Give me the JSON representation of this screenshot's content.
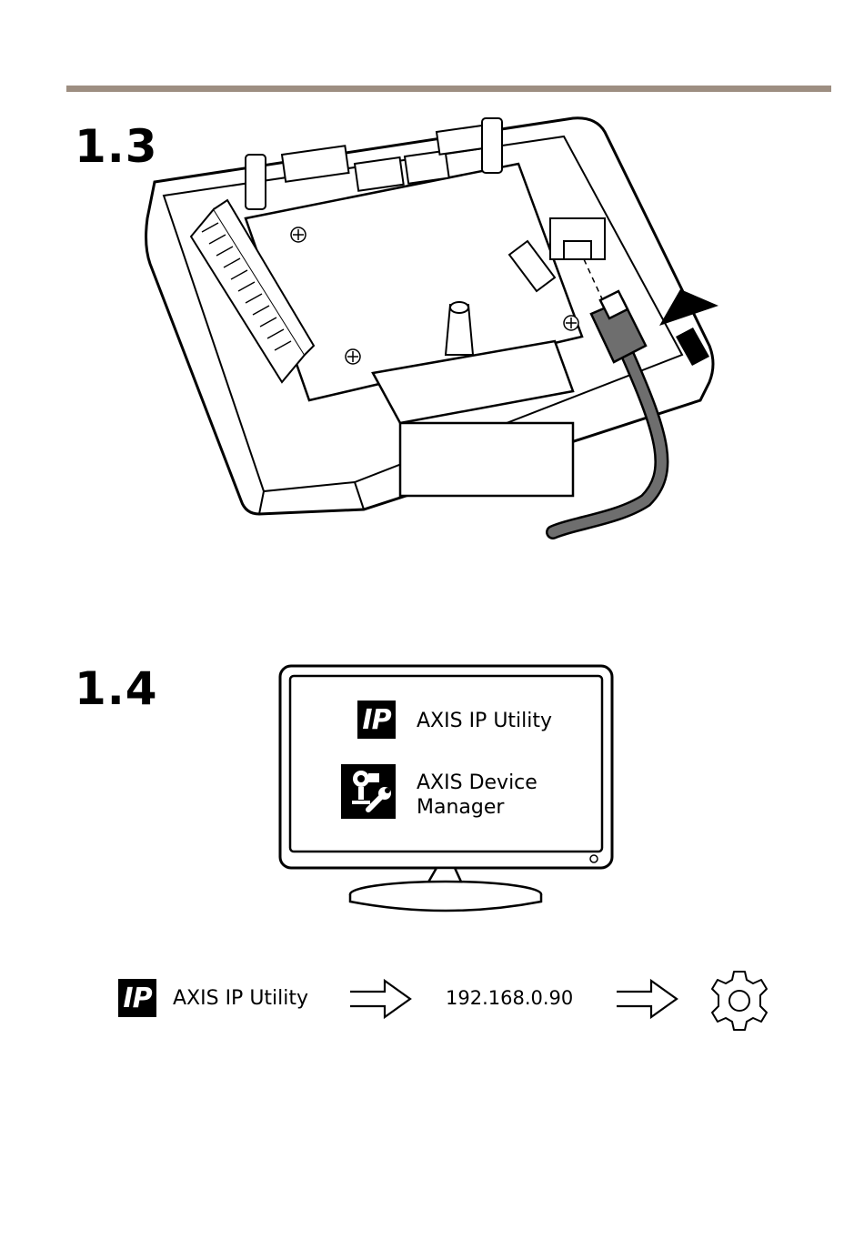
{
  "steps": {
    "step_13": "1.3",
    "step_14": "1.4"
  },
  "monitor": {
    "app1": {
      "icon": "ip-logo",
      "logo_text": "IP",
      "label": "AXIS IP Utility"
    },
    "app2": {
      "icon": "device-manager-icon",
      "label_line1": "AXIS Device",
      "label_line2": "Manager"
    }
  },
  "flow": {
    "ip_logo_text": "IP",
    "app_label": "AXIS IP Utility",
    "ip_address": "192.168.0.90",
    "arrow_icon": "arrow-right-icon",
    "settings_icon": "gear-icon"
  },
  "colors": {
    "top_rule": "#9d8e81",
    "cable": "#6e6e6e"
  }
}
